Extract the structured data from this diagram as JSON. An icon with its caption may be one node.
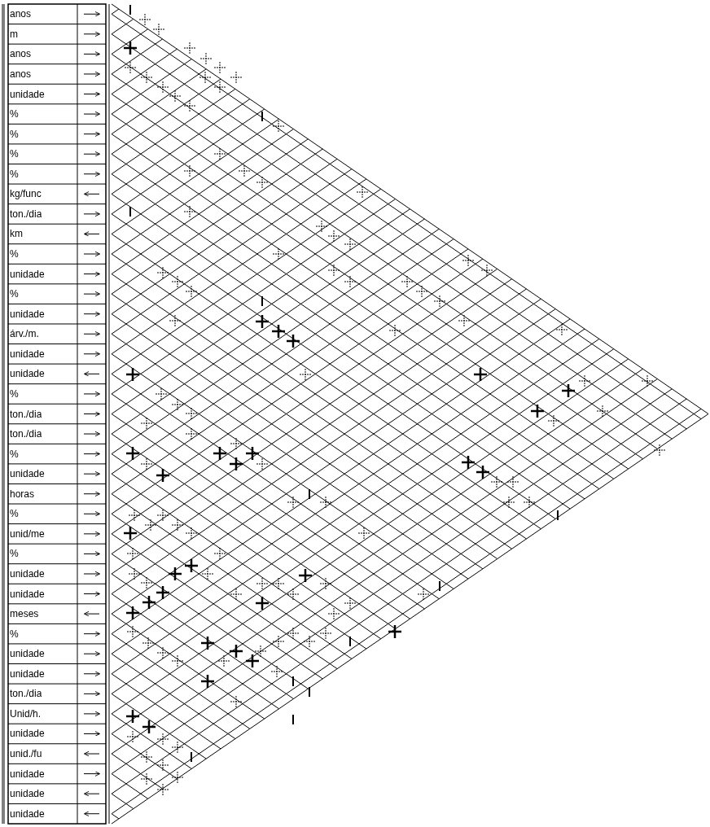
{
  "diagram": {
    "labels": [
      "anos",
      "m",
      "anos",
      "anos",
      "unidade",
      "%",
      "%",
      "%",
      "%",
      "kg/func",
      "ton./dia",
      "km",
      "%",
      "unidade",
      "%",
      "unidade",
      "árv./m.",
      "unidade",
      "unidade",
      "%",
      "ton./dia",
      "ton./dia",
      "%",
      "unidade",
      "horas",
      "%",
      "unid/me",
      "%",
      "unidade",
      "unidade",
      "meses",
      "%",
      "unidade",
      "unidade",
      "ton./dia",
      "Unid/h.",
      "unidade",
      "unid./fu",
      "unidade",
      "unidade",
      "unidade"
    ]
  }
}
